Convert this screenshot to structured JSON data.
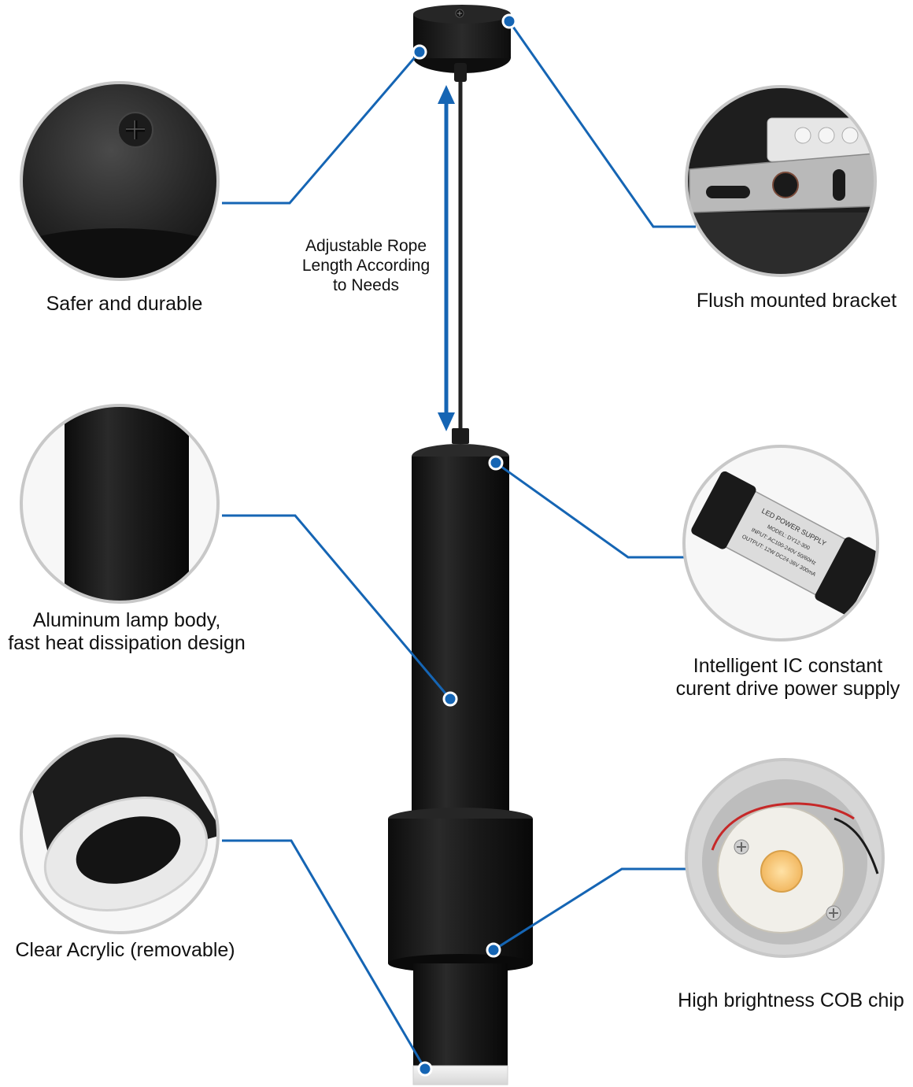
{
  "colors": {
    "callout_line": "#1565b4",
    "callout_dot": "#1565b4",
    "lamp_black": "#141414",
    "circle_border": "#c8c8c8"
  },
  "rope_label": {
    "line1": "Adjustable Rope",
    "line2": "Length According",
    "line3": "to Needs"
  },
  "features": {
    "safer": {
      "line1": "Safer and durable"
    },
    "bracket": {
      "line1": "Flush mounted bracket"
    },
    "body": {
      "line1": "Aluminum lamp body,",
      "line2": "fast heat dissipation design"
    },
    "power": {
      "line1": "Intelligent IC constant",
      "line2": "curent drive power supply"
    },
    "acrylic": {
      "line1": "Clear Acrylic (removable)"
    },
    "cob": {
      "line1": "High brightness COB chip"
    }
  },
  "driver_box_text": {
    "line1": "LED POWER SUPPLY",
    "line2": "MODEL: DY12-300",
    "line3": "INPUT: AC100-240V 50/60Hz",
    "line4": "OUTPUT: 12W DC24-36V 300mA"
  }
}
